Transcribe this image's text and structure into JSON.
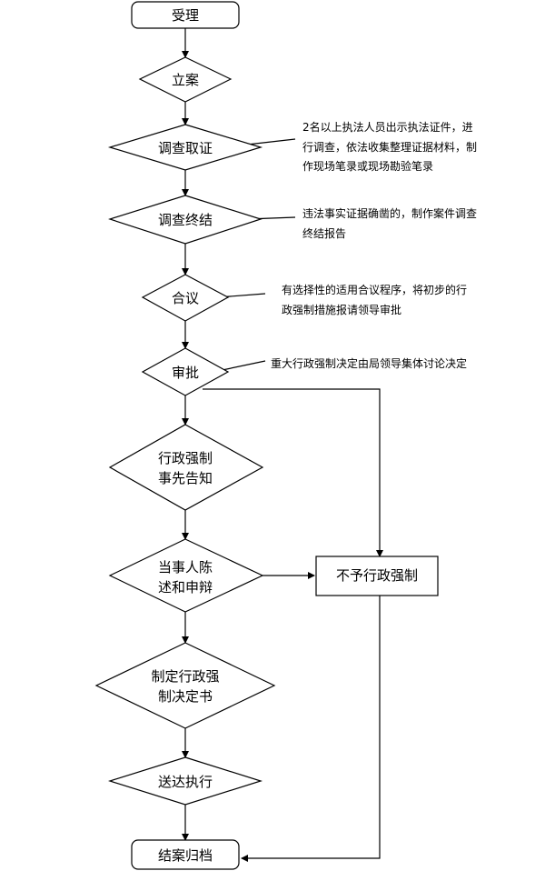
{
  "nodes": {
    "accept": "受理",
    "file_case": "立案",
    "investigate": [
      "调查取证"
    ],
    "investigation_end": "调查终结",
    "discuss": "合议",
    "approve": "审批",
    "notify": [
      "行政强制",
      "事先告知"
    ],
    "statement": [
      "当事人陈",
      "述和申辩"
    ],
    "decision": [
      "制定行政强",
      "制决定书"
    ],
    "serve": "送达执行",
    "archive": "结案归档",
    "no_enforce": "不予行政强制"
  },
  "notes": {
    "investigate": [
      "2名以上执法人员出示执法证件，进",
      "行调查，依法收集整理证据材料，制",
      "作现场笔录或现场勘验笔录"
    ],
    "investigation_end": [
      "违法事实证据确凿的，制作案件调查",
      "终结报告"
    ],
    "discuss": [
      "有选择性的适用合议程序，将初步的行",
      "政强制措施报请领导审批"
    ],
    "approve": [
      "重大行政强制决定由局领导集体讨论决定"
    ]
  }
}
